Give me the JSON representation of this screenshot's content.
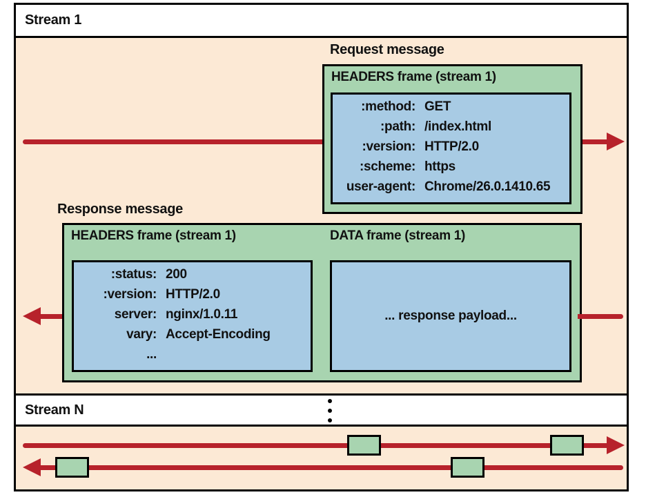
{
  "colors": {
    "peach": "#fce9d5",
    "green": "#a8d4b0",
    "blue": "#a8cbe4",
    "red": "#b7222b",
    "ink": "#111111"
  },
  "stream1": {
    "label": "Stream 1",
    "request": {
      "message_label": "Request message",
      "frame_label": "HEADERS frame (stream 1)",
      "headers": [
        {
          "key": ":method:",
          "value": "GET"
        },
        {
          "key": ":path:",
          "value": "/index.html"
        },
        {
          "key": ":version:",
          "value": "HTTP/2.0"
        },
        {
          "key": ":scheme:",
          "value": "https"
        },
        {
          "key": "user-agent:",
          "value": "Chrome/26.0.1410.65"
        }
      ]
    },
    "response": {
      "message_label": "Response message",
      "headers_frame_label": "HEADERS frame (stream 1)",
      "data_frame_label": "DATA frame (stream 1)",
      "headers": [
        {
          "key": ":status:",
          "value": "200"
        },
        {
          "key": ":version:",
          "value": "HTTP/2.0"
        },
        {
          "key": "server:",
          "value": "nginx/1.0.11"
        },
        {
          "key": "vary:",
          "value": "Accept-Encoding"
        },
        {
          "key": "...",
          "value": ""
        }
      ],
      "payload_text": "... response payload..."
    }
  },
  "streamN": {
    "label": "Stream N"
  }
}
